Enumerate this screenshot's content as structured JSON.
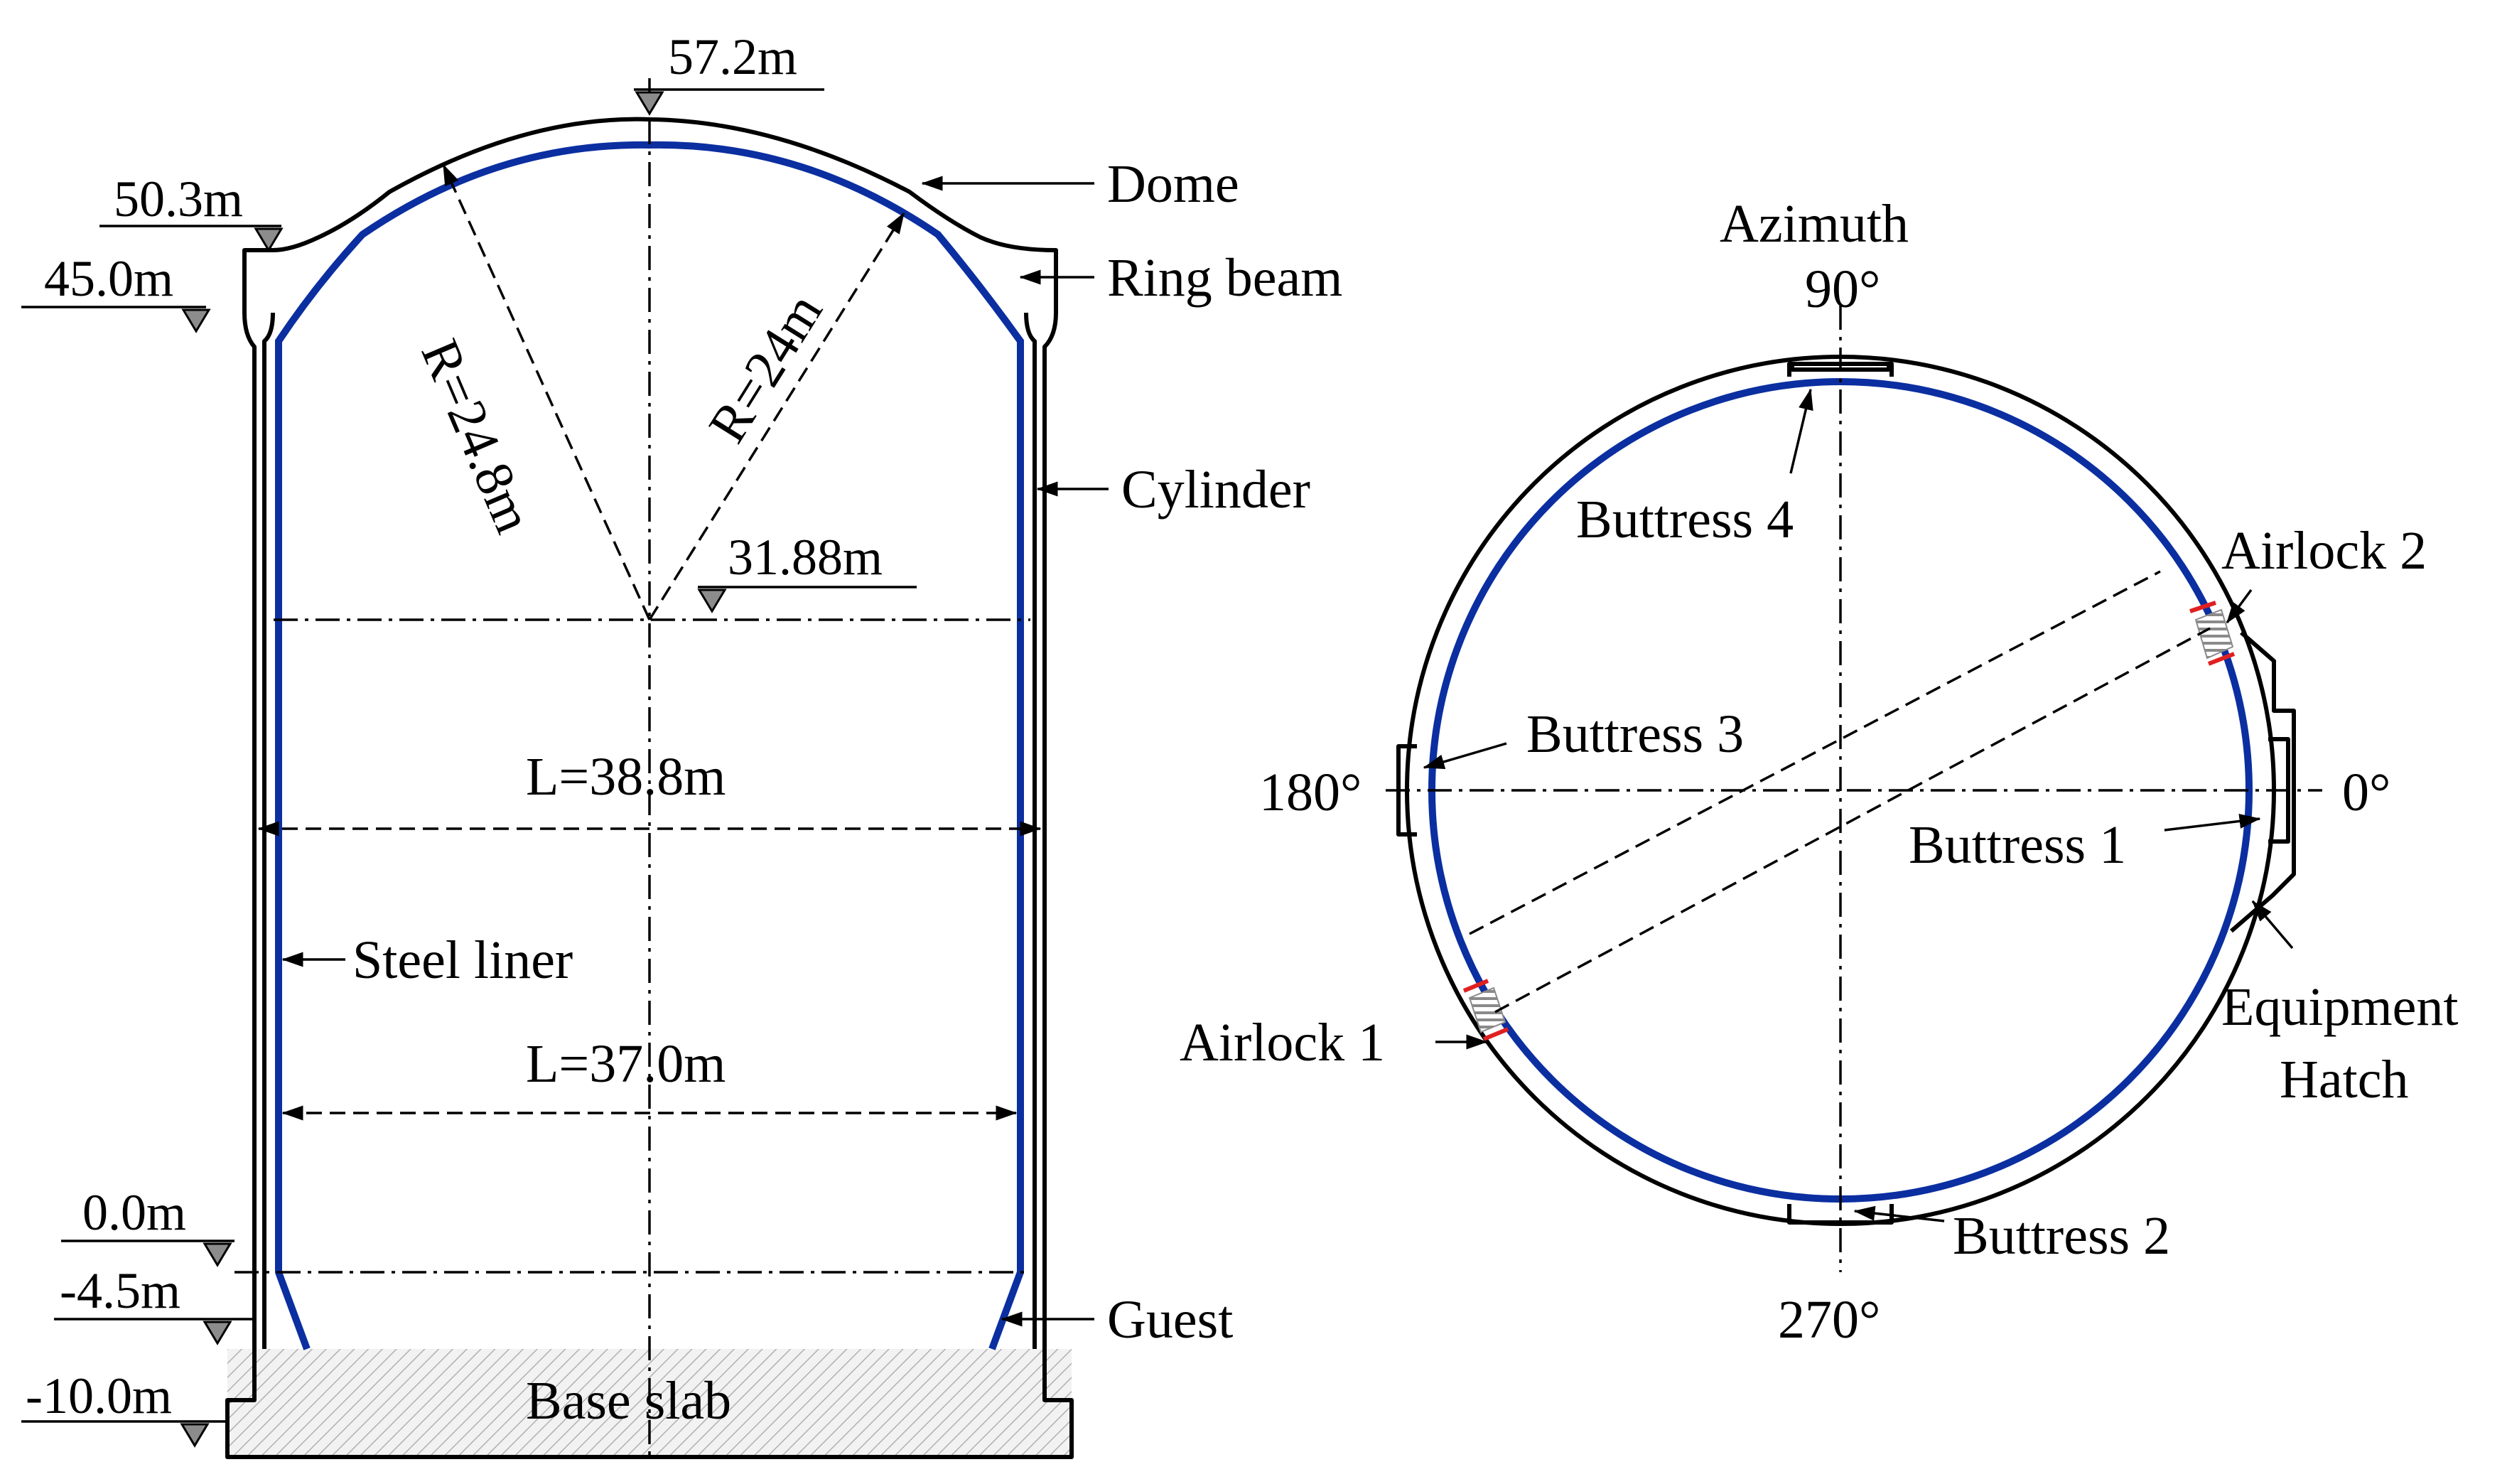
{
  "section": {
    "levels": {
      "top": "57.2m",
      "ring_top": "50.3m",
      "ring_bottom": "45.0m",
      "dome_center": "31.88m",
      "zero": "0.0m",
      "minus_4_5": "-4.5m",
      "minus_10": "-10.0m"
    },
    "radius_outer": "R=24.8m",
    "radius_inner": "R=24m",
    "width_outer": "L=38.8m",
    "width_inner": "L=37.0m",
    "labels": {
      "dome": "Dome",
      "ring_beam": "Ring beam",
      "cylinder": "Cylinder",
      "steel_liner": "Steel liner",
      "guest": "Guest",
      "base_slab": "Base slab"
    }
  },
  "plan": {
    "azimuth_title": "Azimuth",
    "angles": {
      "a90": "90°",
      "a0": "0°",
      "a180": "180°",
      "a270": "270°"
    },
    "labels": {
      "buttress_1": "Buttress 1",
      "buttress_2": "Buttress 2",
      "buttress_3": "Buttress 3",
      "buttress_4": "Buttress 4",
      "airlock_1": "Airlock 1",
      "airlock_2": "Airlock 2",
      "equipment_hatch_line1": "Equipment",
      "equipment_hatch_line2": "Hatch"
    }
  },
  "colors": {
    "liner": "#0b2fa0",
    "airlock_red": "#e02020",
    "airlock_gray": "#8a8a8a",
    "marker_gray": "#8c8c8c",
    "slab_hatch": "#b0b0b0"
  }
}
